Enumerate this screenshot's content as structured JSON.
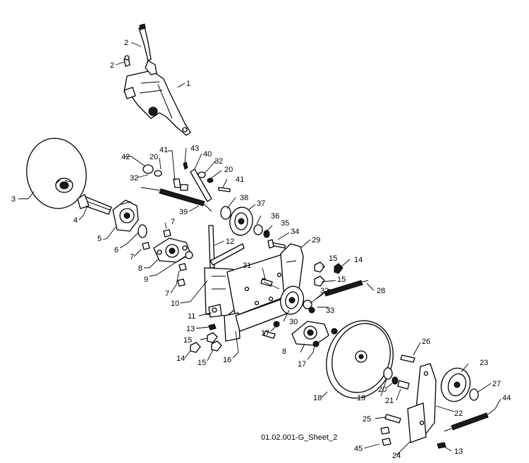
{
  "diagram": {
    "sheet_label": "01.02.001-G_Sheet_2",
    "callouts": [
      "1",
      "2",
      "2",
      "3",
      "4",
      "5",
      "6",
      "7",
      "7",
      "7",
      "8",
      "8",
      "9",
      "10",
      "11",
      "12",
      "13",
      "13",
      "14",
      "14",
      "15",
      "15",
      "15",
      "15",
      "16",
      "17",
      "17",
      "18",
      "19",
      "20",
      "20",
      "20",
      "21",
      "22",
      "23",
      "24",
      "25",
      "26",
      "27",
      "28",
      "29",
      "30",
      "31",
      "32",
      "32",
      "32",
      "33",
      "34",
      "35",
      "36",
      "37",
      "38",
      "39",
      "40",
      "41",
      "41",
      "42",
      "43",
      "44",
      "45"
    ]
  }
}
